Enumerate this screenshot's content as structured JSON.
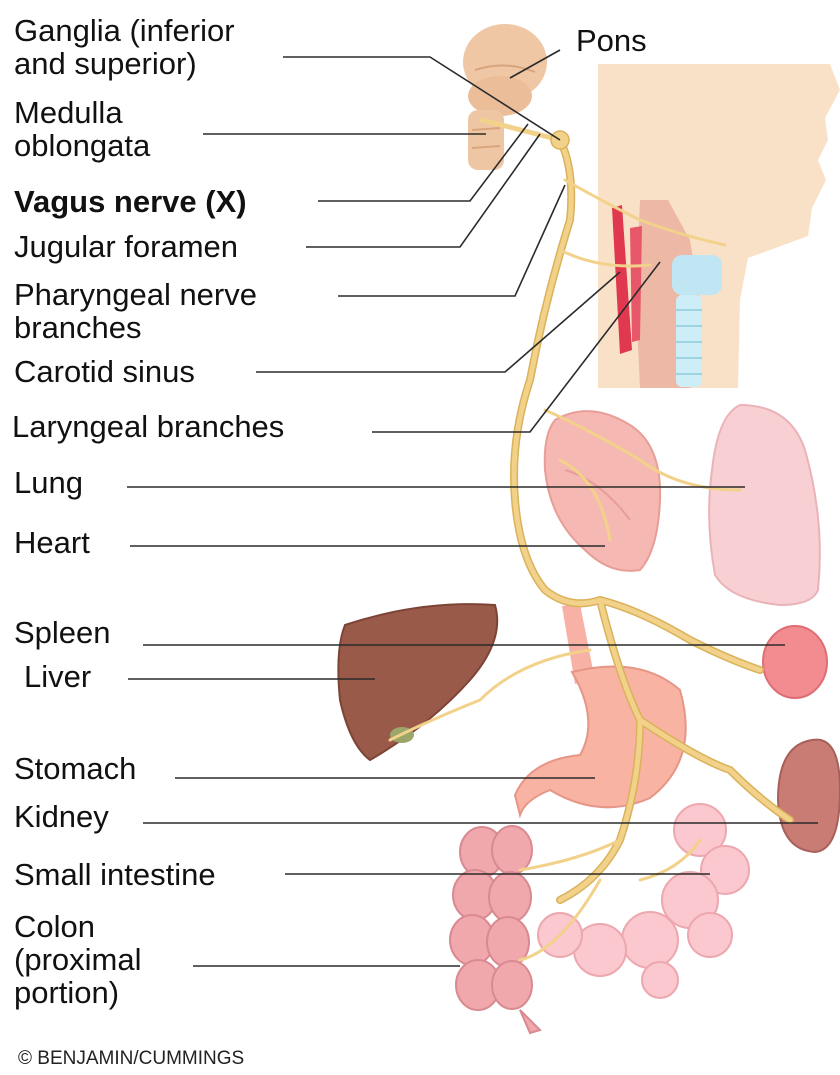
{
  "labels": {
    "ganglia": [
      "Ganglia (inferior",
      "and superior)"
    ],
    "pons": "Pons",
    "medulla": [
      "Medulla",
      "oblongata"
    ],
    "vagus": "Vagus nerve (X)",
    "jugular": "Jugular foramen",
    "pharyngeal": [
      "Pharyngeal nerve",
      "branches"
    ],
    "carotid": "Carotid sinus",
    "laryngeal": "Laryngeal branches",
    "lung": "Lung",
    "heart": "Heart",
    "spleen": "Spleen",
    "liver": "Liver",
    "stomach": "Stomach",
    "kidney": "Kidney",
    "small_intestine": "Small intestine",
    "colon": [
      "Colon",
      "(proximal",
      "portion)"
    ]
  },
  "credit": "© BENJAMIN/CUMMINGS",
  "colors": {
    "nerve": "#f2d28a",
    "skin": "#f9e1c8",
    "liver": "#9a5a4a",
    "organ_pink": "#f6b8b2",
    "lung": "#f8cfd2",
    "artery": "#e0394f",
    "trachea": "#bfe6f2"
  }
}
